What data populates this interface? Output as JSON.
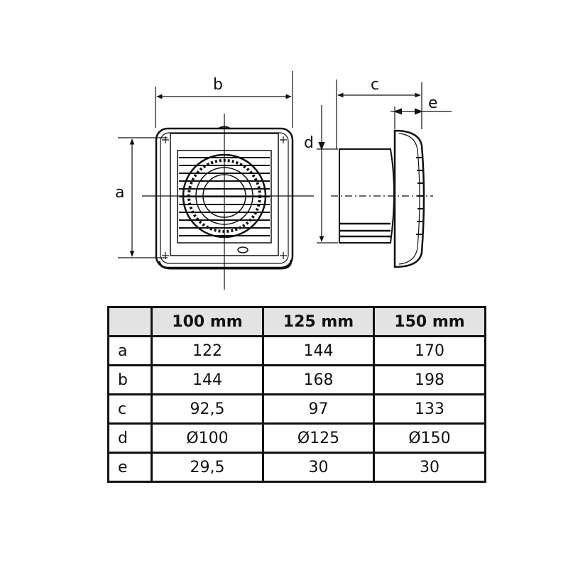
{
  "drawing": {
    "labels": {
      "a": "a",
      "b": "b",
      "c": "c",
      "d": "d",
      "e": "e"
    }
  },
  "table": {
    "corner": "",
    "columns": [
      "100 mm",
      "125 mm",
      "150 mm"
    ],
    "rows": [
      {
        "label": "a",
        "values": [
          "122",
          "144",
          "170"
        ]
      },
      {
        "label": "b",
        "values": [
          "144",
          "168",
          "198"
        ]
      },
      {
        "label": "c",
        "values": [
          "92,5",
          "97",
          "133"
        ]
      },
      {
        "label": "d",
        "values": [
          "Ø100",
          "Ø125",
          "Ø150"
        ]
      },
      {
        "label": "e",
        "values": [
          "29,5",
          "30",
          "30"
        ]
      }
    ]
  }
}
